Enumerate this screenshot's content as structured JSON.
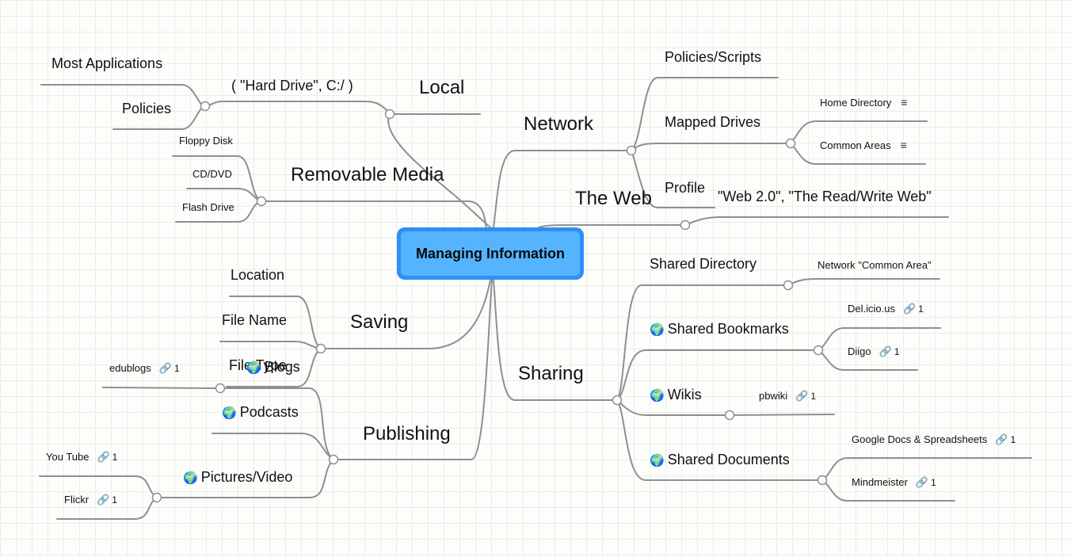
{
  "root": "Managing Information",
  "local": {
    "label": "Local",
    "hard_drive": "( \"Hard Drive\", C:/ )",
    "most_applications": "Most Applications",
    "policies": "Policies"
  },
  "removable": {
    "label": "Removable Media",
    "floppy": "Floppy Disk",
    "cd": "CD/DVD",
    "flash": "Flash Drive"
  },
  "saving": {
    "label": "Saving",
    "location": "Location",
    "file_name": "File Name",
    "file_type": "File Type"
  },
  "publishing": {
    "label": "Publishing",
    "blogs": "Blogs",
    "edublogs": "edublogs",
    "edublogs_links": "1",
    "podcasts": "Podcasts",
    "pictures_video": "Pictures/Video",
    "youtube": "You Tube",
    "youtube_links": "1",
    "flickr": "Flickr",
    "flickr_links": "1"
  },
  "network": {
    "label": "Network",
    "policies_scripts": "Policies/Scripts",
    "mapped_drives": "Mapped Drives",
    "home_directory": "Home Directory",
    "common_areas": "Common Areas",
    "profile": "Profile"
  },
  "web": {
    "label": "The Web",
    "web20": "\"Web 2.0\", \"The Read/Write Web\""
  },
  "sharing": {
    "label": "Sharing",
    "shared_directory": "Shared Directory",
    "network_common_area": "Network \"Common Area\"",
    "shared_bookmarks": "Shared Bookmarks",
    "delicious": "Del.icio.us",
    "delicious_links": "1",
    "diigo": "Diigo",
    "diigo_links": "1",
    "wikis": "Wikis",
    "pbwiki": "pbwiki",
    "pbwiki_links": "1",
    "shared_documents": "Shared Documents",
    "google_docs": "Google Docs & Spreadsheets",
    "google_docs_links": "1",
    "mindmeister": "Mindmeister",
    "mindmeister_links": "1"
  },
  "icons": {
    "globe": "globe-icon",
    "link": "link-icon",
    "note": "note-icon",
    "collapse_toggle": "collapse-toggle-icon"
  },
  "colors": {
    "connector": "#8c8c8c",
    "root_border": "#2e90f6",
    "root_fill": "#55b4ff",
    "grid": "#ecece6"
  }
}
